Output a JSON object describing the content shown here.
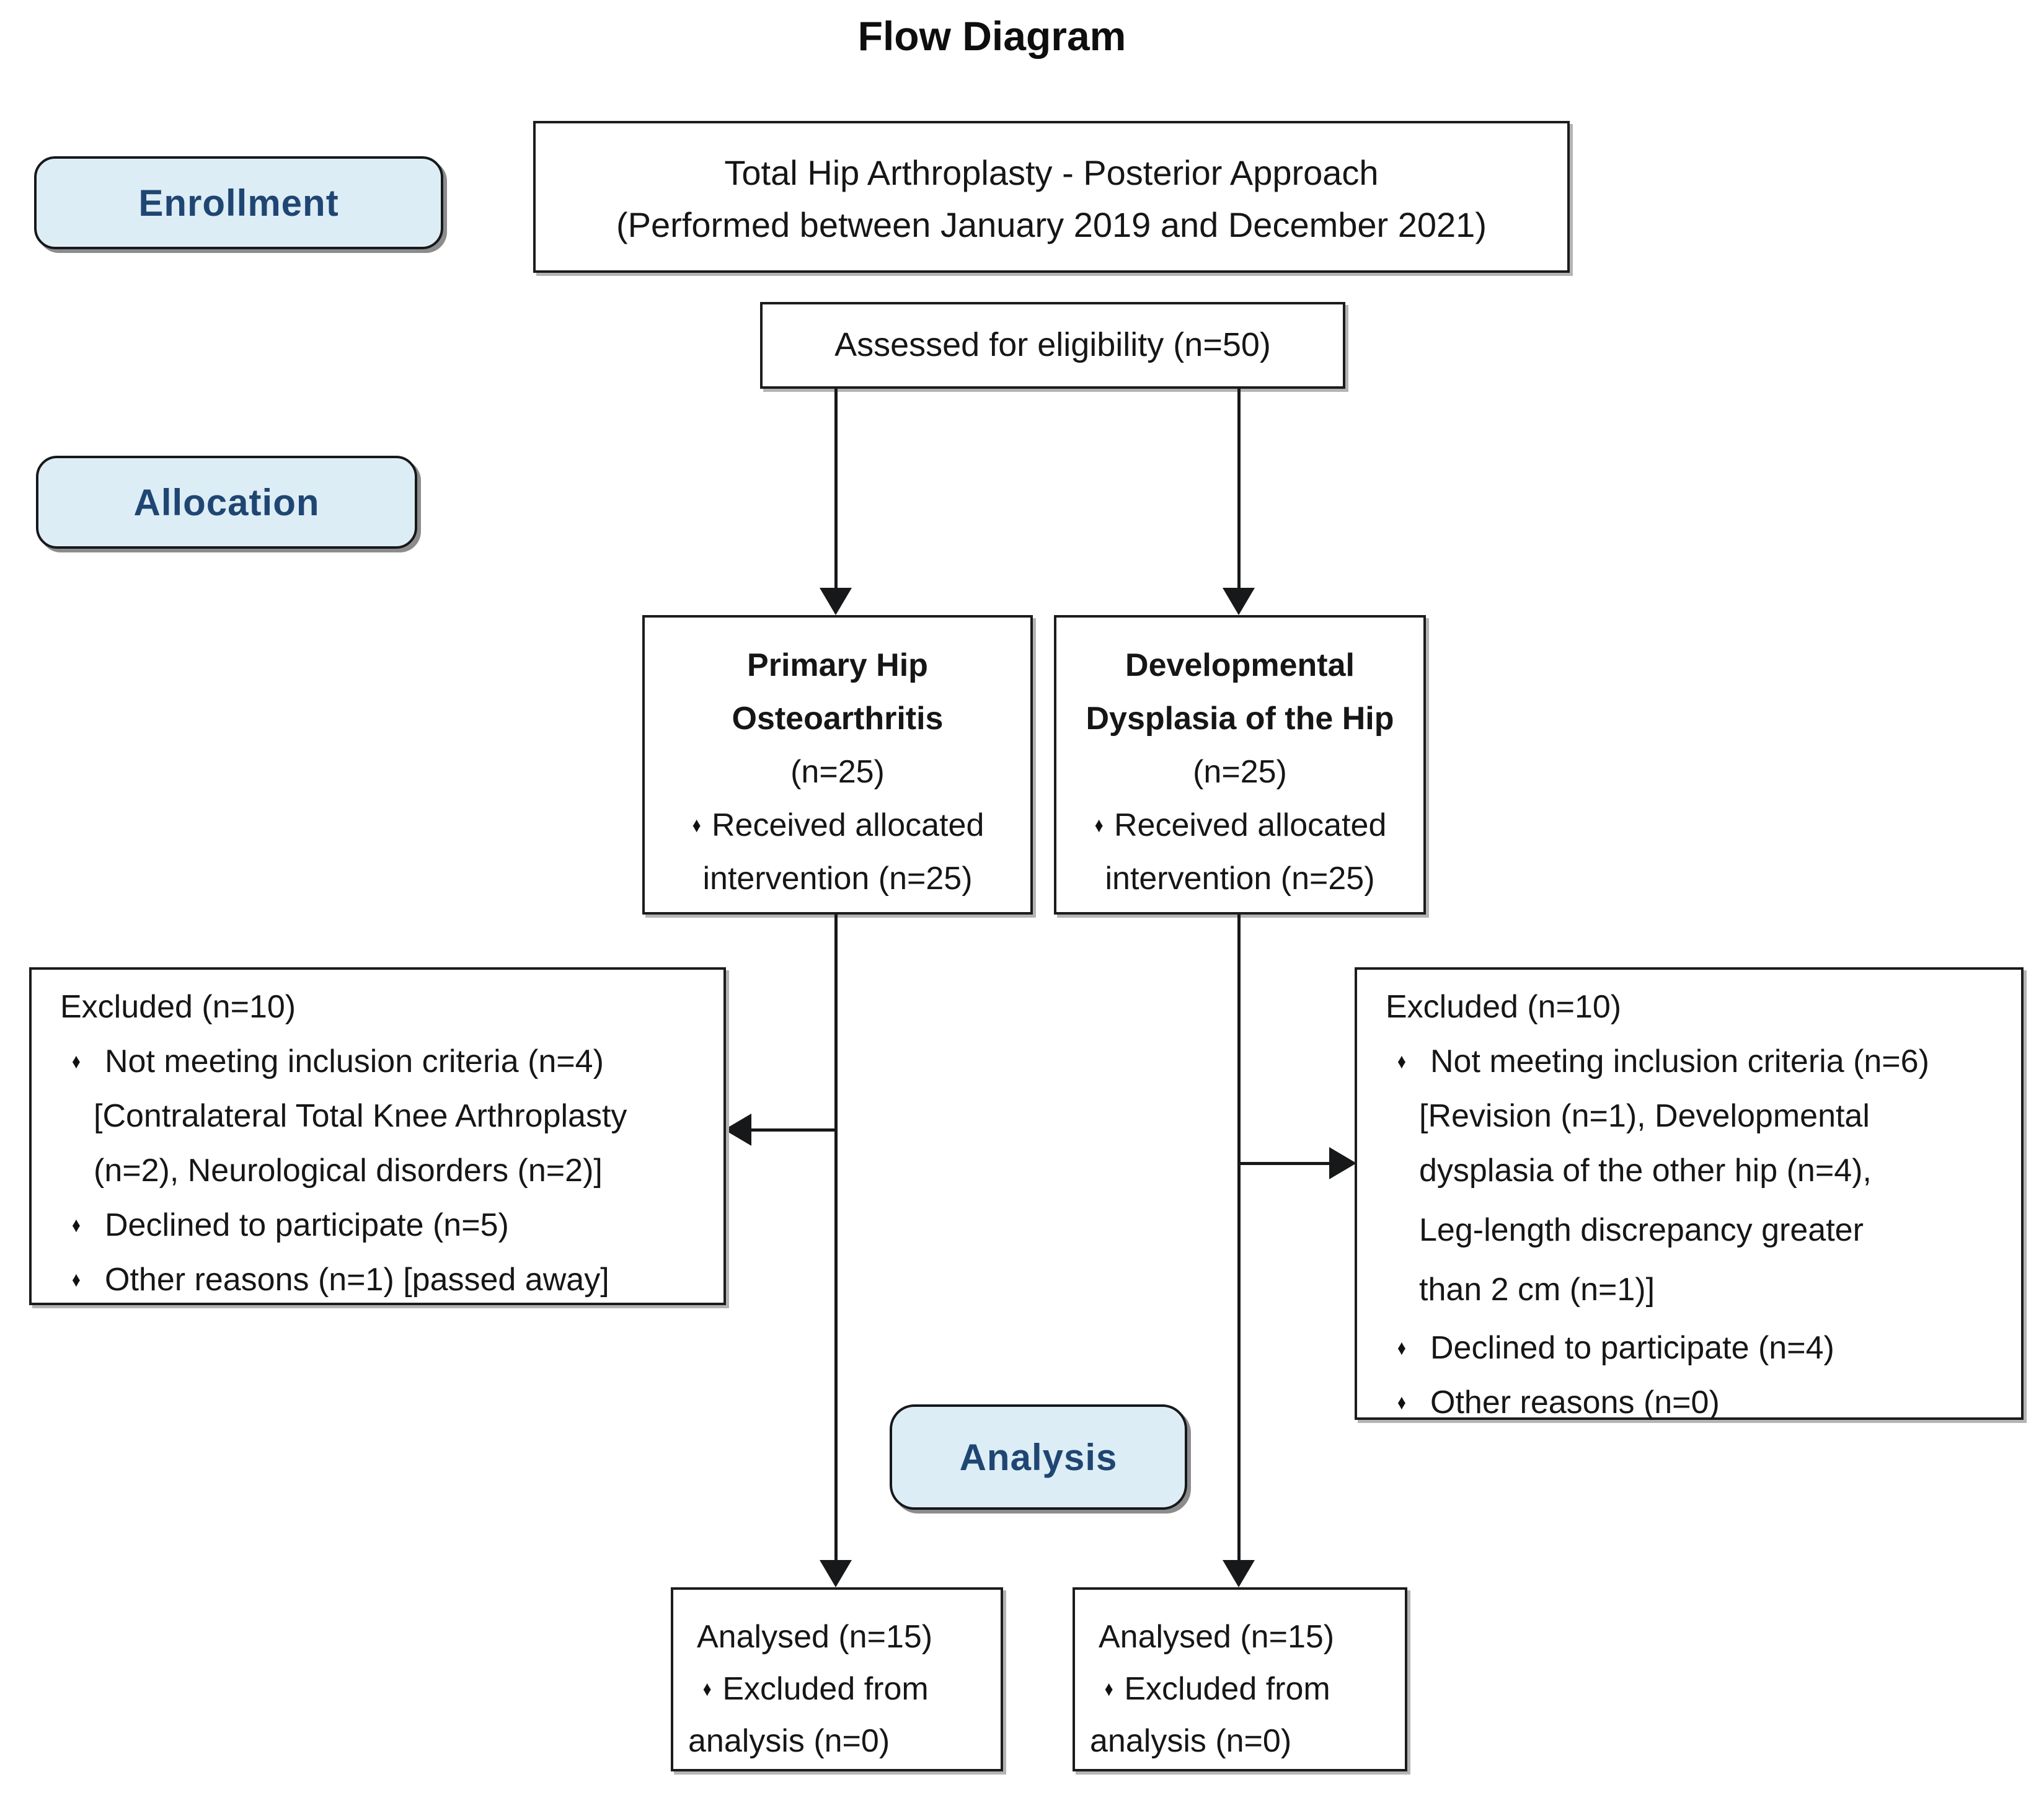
{
  "title": "Flow Diagram",
  "glyphs": {
    "bullet": "♦"
  },
  "colors": {
    "stage_fill": "#ddedf5",
    "stage_text": "#1f4673",
    "box_border": "#1c1c1c",
    "line": "#17181a"
  },
  "stages": {
    "enrollment": "Enrollment",
    "allocation": "Allocation",
    "analysis": "Analysis"
  },
  "study_box": {
    "line1": "Total Hip Arthroplasty - Posterior Approach",
    "line2": "(Performed between January 2019 and December 2021)"
  },
  "assessed_box": {
    "text": "Assessed for eligibility (n=50)"
  },
  "allocation_left": {
    "title1": "Primary Hip",
    "title2": "Osteoarthritis",
    "n": "(n=25)",
    "bullet1": "Received allocated",
    "bullet1_cont": "intervention (n=25)"
  },
  "allocation_right": {
    "title1": "Developmental",
    "title2": "Dysplasia of the Hip",
    "n": "(n=25)",
    "bullet1": "Received allocated",
    "bullet1_cont": "intervention (n=25)"
  },
  "excluded_left": {
    "header": "Excluded (n=10)",
    "item1": "Not meeting inclusion criteria (n=4)",
    "item1_cont1": "[Contralateral Total Knee Arthroplasty",
    "item1_cont2": "(n=2), Neurological disorders (n=2)]",
    "item2": "Declined to participate (n=5)",
    "item3": "Other reasons (n=1) [passed away]"
  },
  "excluded_right": {
    "header": "Excluded (n=10)",
    "item1": "Not meeting inclusion criteria (n=6)",
    "item1_cont1": "[Revision (n=1), Developmental",
    "item1_cont2": "dysplasia of the other hip (n=4),",
    "item1_cont3": "Leg-length discrepancy greater",
    "item1_cont4": "than 2 cm (n=1)]",
    "item2": "Declined to participate (n=4)",
    "item3": "Other reasons (n=0)"
  },
  "analysed_left": {
    "line1": "Analysed (n=15)",
    "bullet1": "Excluded from",
    "bullet1_cont": "analysis (n=0)"
  },
  "analysed_right": {
    "line1": "Analysed (n=15)",
    "bullet1": "Excluded from",
    "bullet1_cont": "analysis (n=0)"
  }
}
